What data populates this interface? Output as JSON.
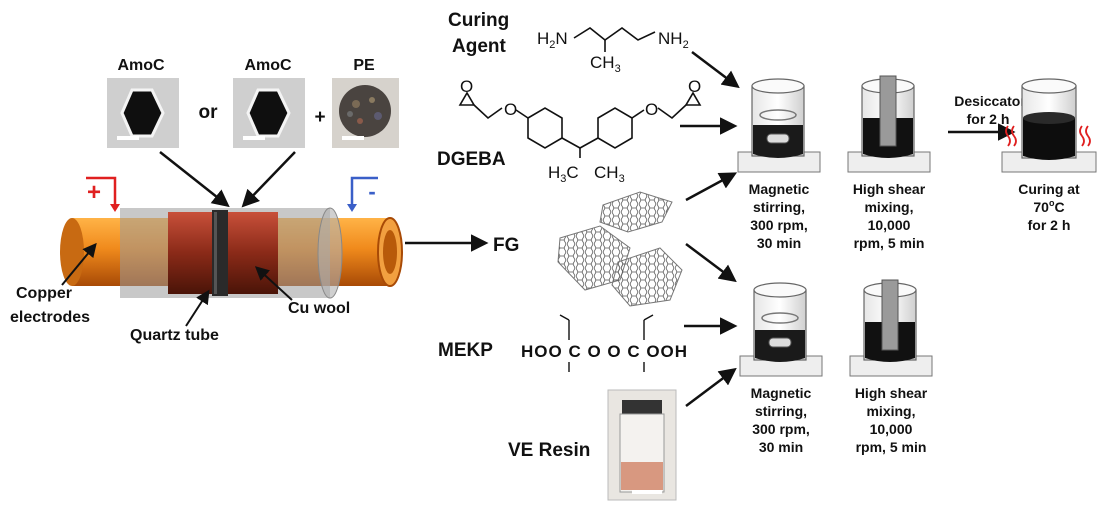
{
  "reactor": {
    "samples": [
      "AmoC",
      "AmoC",
      "PE"
    ],
    "or_text": "or",
    "plus_text": "+",
    "plus_sign": "+",
    "minus_sign": "-",
    "copper_electrodes": [
      "Copper",
      "electrodes"
    ],
    "quartz_tube": "Quartz tube",
    "cu_wool": "Cu wool"
  },
  "reagents": {
    "curing_agent": [
      "Curing",
      "Agent"
    ],
    "curing_formula": {
      "h2n": "H",
      "h2n_sub": "2",
      "h2n_n": "N",
      "ch3": "CH",
      "ch3_sub": "3",
      "nh2": "NH",
      "nh2_sub": "2"
    },
    "dgeba": "DGEBA",
    "dgeba_formula": {
      "o": "O",
      "h3c": "H",
      "h3c_sub": "3",
      "h3c_c": "C",
      "ch3": "CH",
      "ch3_sub": "3"
    },
    "fg": "FG",
    "mekp": "MEKP",
    "mekp_formula": "HOO C O O C OOH",
    "ve_resin": "VE Resin"
  },
  "steps": {
    "magnetic": [
      "Magnetic",
      "stirring,",
      "300 rpm,",
      "30 min"
    ],
    "shear": [
      "High shear",
      "mixing,",
      "10,000",
      "rpm, 5 min"
    ],
    "desiccator": [
      "Desiccator",
      "for 2 h"
    ],
    "curing": [
      "Curing at",
      "70",
      "o",
      "C",
      "for 2 h"
    ]
  },
  "colors": {
    "plus": "#e02020",
    "minus": "#3a5fc8",
    "arrow": "#111111",
    "copper": "#e8861a"
  }
}
